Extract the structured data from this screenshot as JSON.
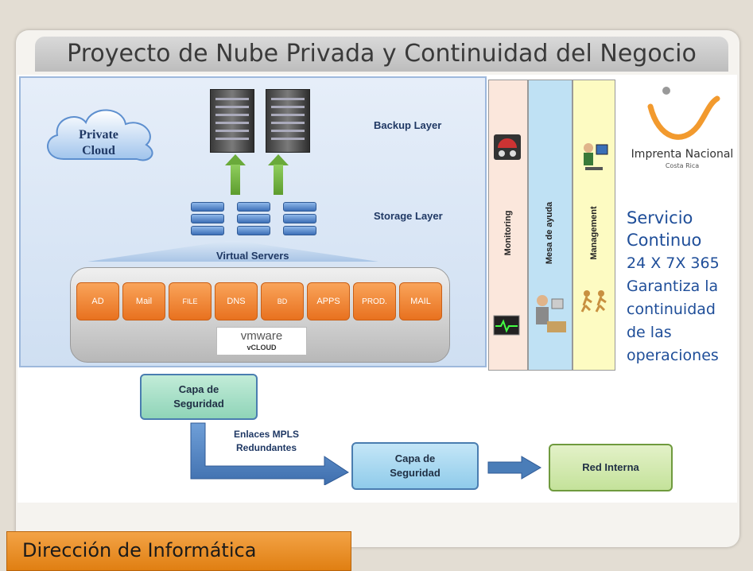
{
  "title": "Proyecto de Nube Privada y Continuidad del Negocio",
  "cloud": {
    "label_line1": "Private",
    "label_line2": "Cloud"
  },
  "layers": {
    "backup": "Backup Layer",
    "storage": "Storage Layer",
    "virtual": "Virtual Servers"
  },
  "servers": [
    "AD",
    "Mail",
    "FILE",
    "DNS",
    "BD",
    "APPS",
    "PROD.",
    "MAIL"
  ],
  "vmware": {
    "brand": "vmware",
    "product": "vCLOUD"
  },
  "columns": {
    "monitoring": "Monitoring",
    "mesa": "Mesa de ayuda",
    "management": "Management"
  },
  "logo": {
    "name": "Imprenta Nacional",
    "country": "Costa Rica"
  },
  "service": {
    "line1": "Servicio",
    "line2": "Continuo",
    "line3": "24 X 7X 365",
    "line4": "Garantiza la",
    "line5": "continuidad",
    "line6": "de las",
    "line7": "operaciones"
  },
  "flow": {
    "security1_l1": "Capa de",
    "security1_l2": "Seguridad",
    "mpls_l1": "Enlaces MPLS",
    "mpls_l2": "Redundantes",
    "security2_l1": "Capa de",
    "security2_l2": "Seguridad",
    "red": "Red Interna"
  },
  "footer": "Dirección de Informática",
  "colors": {
    "accent_orange": "#e8711f",
    "title_blue": "#1f3864",
    "service_blue": "#1f4e99",
    "arrow_green": "#6aaa3a",
    "footer_orange": "#f0a040"
  }
}
